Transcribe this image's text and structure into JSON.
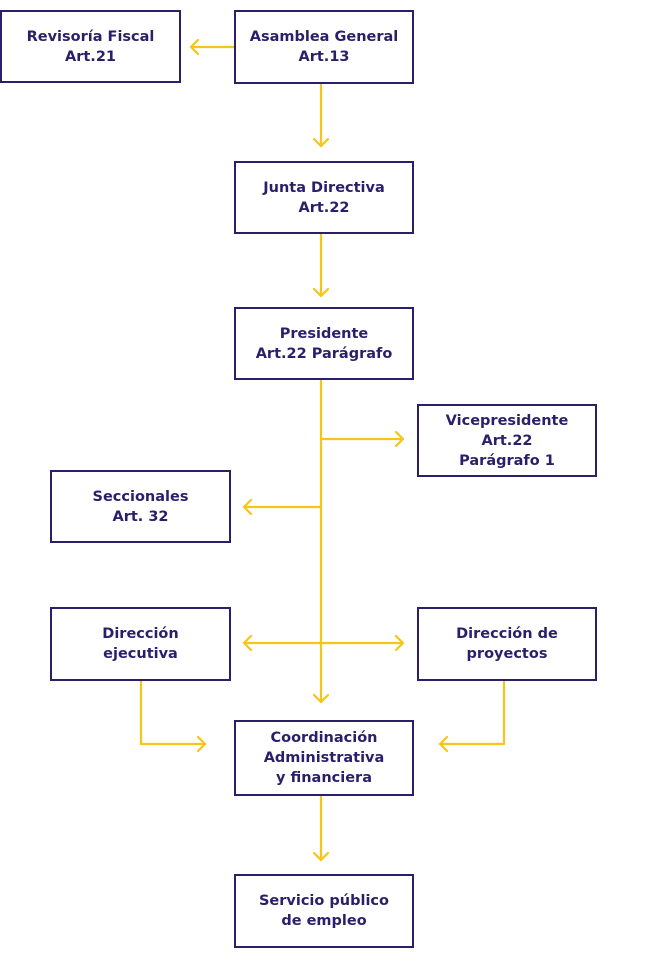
{
  "colors": {
    "box_border": "#2b1f6b",
    "text": "#2b1f6b",
    "connector": "#f5c518"
  },
  "nodes": {
    "revisoria": {
      "lines": [
        "Revisoría Fiscal",
        "Art.21"
      ]
    },
    "asamblea": {
      "lines": [
        "Asamblea General",
        "Art.13"
      ]
    },
    "junta": {
      "lines": [
        "Junta Directiva",
        "Art.22"
      ]
    },
    "presidente": {
      "lines": [
        "Presidente",
        "Art.22 Parágrafo"
      ]
    },
    "vicepresidente": {
      "lines": [
        "Vicepresidente",
        "Art.22",
        "Parágrafo 1"
      ]
    },
    "seccionales": {
      "lines": [
        "Seccionales",
        "Art. 32"
      ]
    },
    "direccion_ejecutiva": {
      "lines": [
        "Dirección",
        "ejecutiva"
      ]
    },
    "direccion_proyectos": {
      "lines": [
        "Dirección de",
        "proyectos"
      ]
    },
    "coordinacion": {
      "lines": [
        "Coordinación",
        "Administrativa",
        "y financiera"
      ]
    },
    "servicio": {
      "lines": [
        "Servicio público",
        "de empleo"
      ]
    }
  }
}
